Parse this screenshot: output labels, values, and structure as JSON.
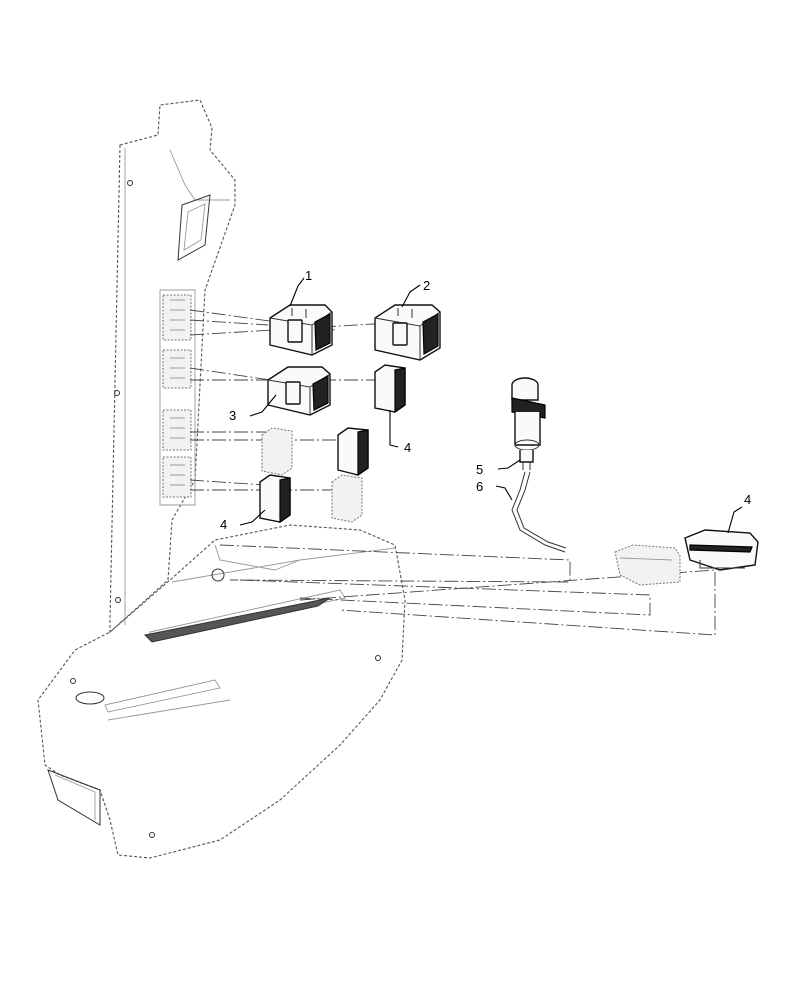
{
  "callouts": {
    "c1": "1",
    "c2": "2",
    "c3": "3",
    "c4a": "4",
    "c4b": "4",
    "c4c": "4",
    "c5": "5",
    "c6": "6"
  },
  "colors": {
    "line": "#111111",
    "background": "#ffffff"
  }
}
